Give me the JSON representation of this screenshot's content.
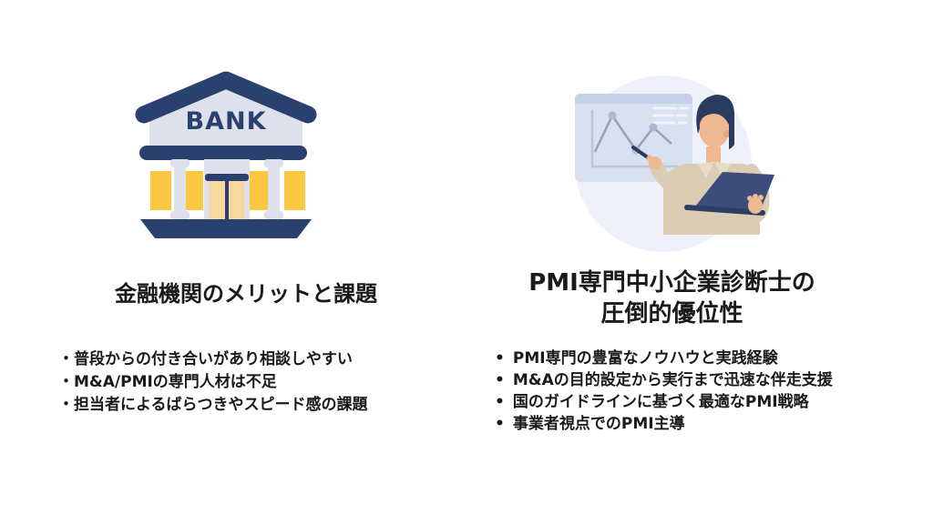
{
  "left": {
    "illustration": "bank-building",
    "bank_label": "BANK",
    "title": "金融機関のメリットと課題",
    "bullet_char": "・",
    "bullets": [
      "普段からの付き合いがあり相談しやすい",
      "M&A/PMIの専門人材は不足",
      "担当者によるばらつきやスピード感の課題"
    ]
  },
  "right": {
    "illustration": "consultant-pointing-line-chart-holding-laptop",
    "title_line1": "PMI専門中小企業診断士の",
    "title_line2": "圧倒的優位性",
    "bullet_char": "•",
    "bullets": [
      "PMI専門の豊富なノウハウと実践経験",
      "M&Aの目的設定から実行まで迅速な伴走支援",
      "国のガイドラインに基づく最適なPMI戦略",
      "事業者視点でのPMI主導"
    ]
  },
  "colors": {
    "navy": "#2A4170",
    "yellow": "#FBC740",
    "lavender": "#DEE0EB",
    "door_cream": "#F7D9A0",
    "circle_bg": "#EEF1FA",
    "panel": "#D9E0F0",
    "panel_header": "#C5D1E8",
    "panel_line": "#EFF3FA",
    "chart_axis": "#BBC4D8",
    "chart_line": "#98A2B6",
    "chart_dot": "#ABB8D2",
    "skin": "#EDB892",
    "skin_shadow": "#E2A87E",
    "hair": "#2B3A5F",
    "shirt": "#DBCDB3",
    "collar": "#E7DCC6",
    "laptop": "#3D4D7B",
    "laptop_base": "#2E3D66",
    "text": "#1A1A1A",
    "background": "#FFFFFF"
  }
}
